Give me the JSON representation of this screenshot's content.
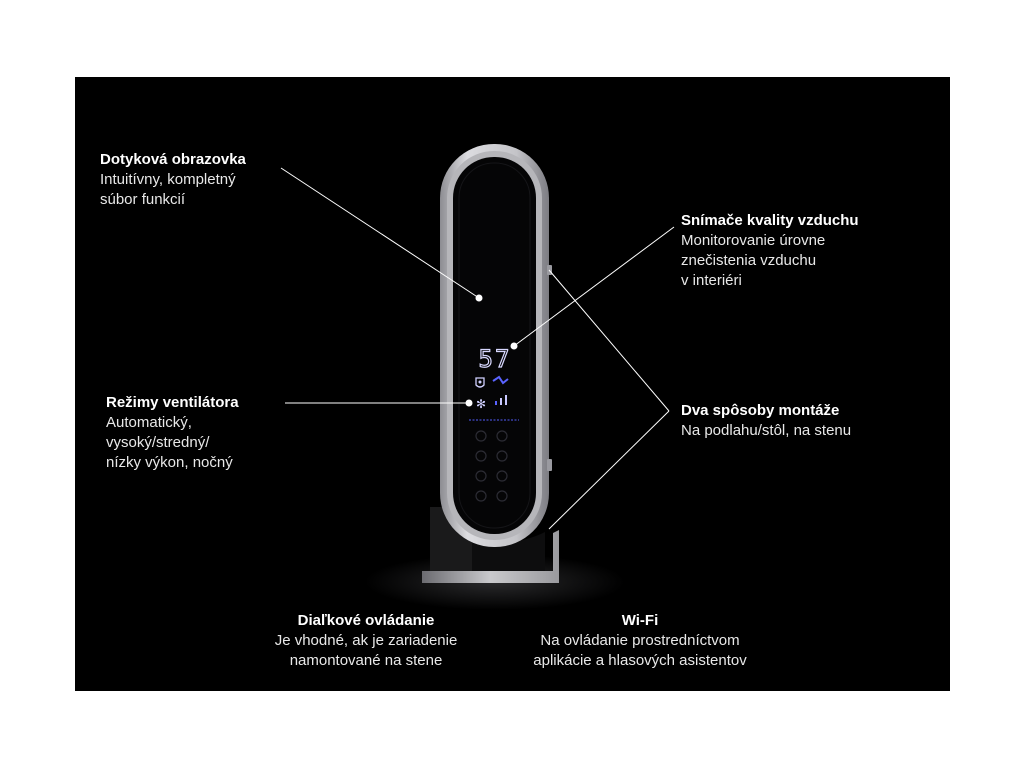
{
  "colors": {
    "background": "#000000",
    "page": "#ffffff",
    "text": "#ffffff",
    "device_frame": "#c9c9cc",
    "display_blue": "#5a63ff"
  },
  "device": {
    "display_value": "57"
  },
  "callouts": {
    "touchscreen": {
      "title": "Dotyková obrazovka",
      "lines": [
        "Intuitívny, kompletný",
        "súbor funkcií"
      ]
    },
    "sensors": {
      "title": "Snímače kvality vzduchu",
      "lines": [
        "Monitorovanie úrovne",
        "znečistenia vzduchu",
        "v interiéri"
      ]
    },
    "fan_modes": {
      "title": "Režimy ventilátora",
      "lines": [
        "Automatický,",
        "vysoký/stredný/",
        "nízky výkon, nočný"
      ]
    },
    "mounting": {
      "title": "Dva spôsoby montáže",
      "lines": [
        "Na podlahu/stôl, na stenu"
      ]
    },
    "remote": {
      "title": "Diaľkové ovládanie",
      "lines": [
        "Je vhodné, ak je zariadenie",
        "namontované na stene"
      ]
    },
    "wifi": {
      "title": "Wi-Fi",
      "lines": [
        "Na ovládanie prostredníctvom",
        "aplikácie a hlasových asistentov"
      ]
    }
  }
}
